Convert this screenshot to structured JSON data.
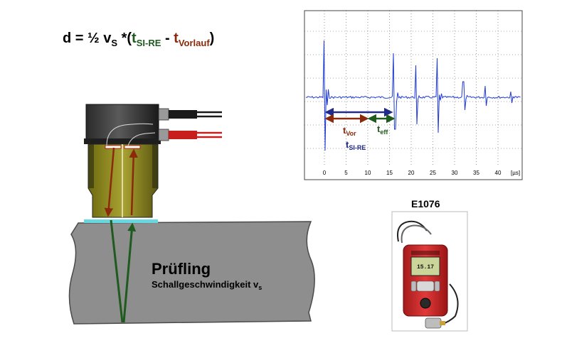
{
  "formula": {
    "d": "d = ½ v",
    "s": "S",
    "star": " *(",
    "t1": "t",
    "t1_sub": "SI-RE",
    "minus": " - ",
    "t2": "t",
    "t2_sub": "Vorlauf",
    "close": ")"
  },
  "specimen": {
    "name": "Prüfling",
    "subtitle": "Schallgeschwindigkeit v",
    "subtitle_sub": "s"
  },
  "oscilloscope": {
    "ticks": [
      "0",
      "5",
      "10",
      "15",
      "20",
      "25",
      "30",
      "35",
      "40"
    ],
    "unit": "[µs]",
    "labels": {
      "t_vor": "t",
      "t_vor_sub": "Vor",
      "t_eff": "t",
      "t_eff_sub": "eff",
      "t_sire": "t",
      "t_sire_sub": "SI-RE"
    }
  },
  "device": {
    "model": "E1076",
    "screen_value": "15.17"
  },
  "colors": {
    "brown": "#8b2a0b",
    "green": "#1f5a1f",
    "navy": "#1f2a8c",
    "signal": "#1f3ad6"
  }
}
